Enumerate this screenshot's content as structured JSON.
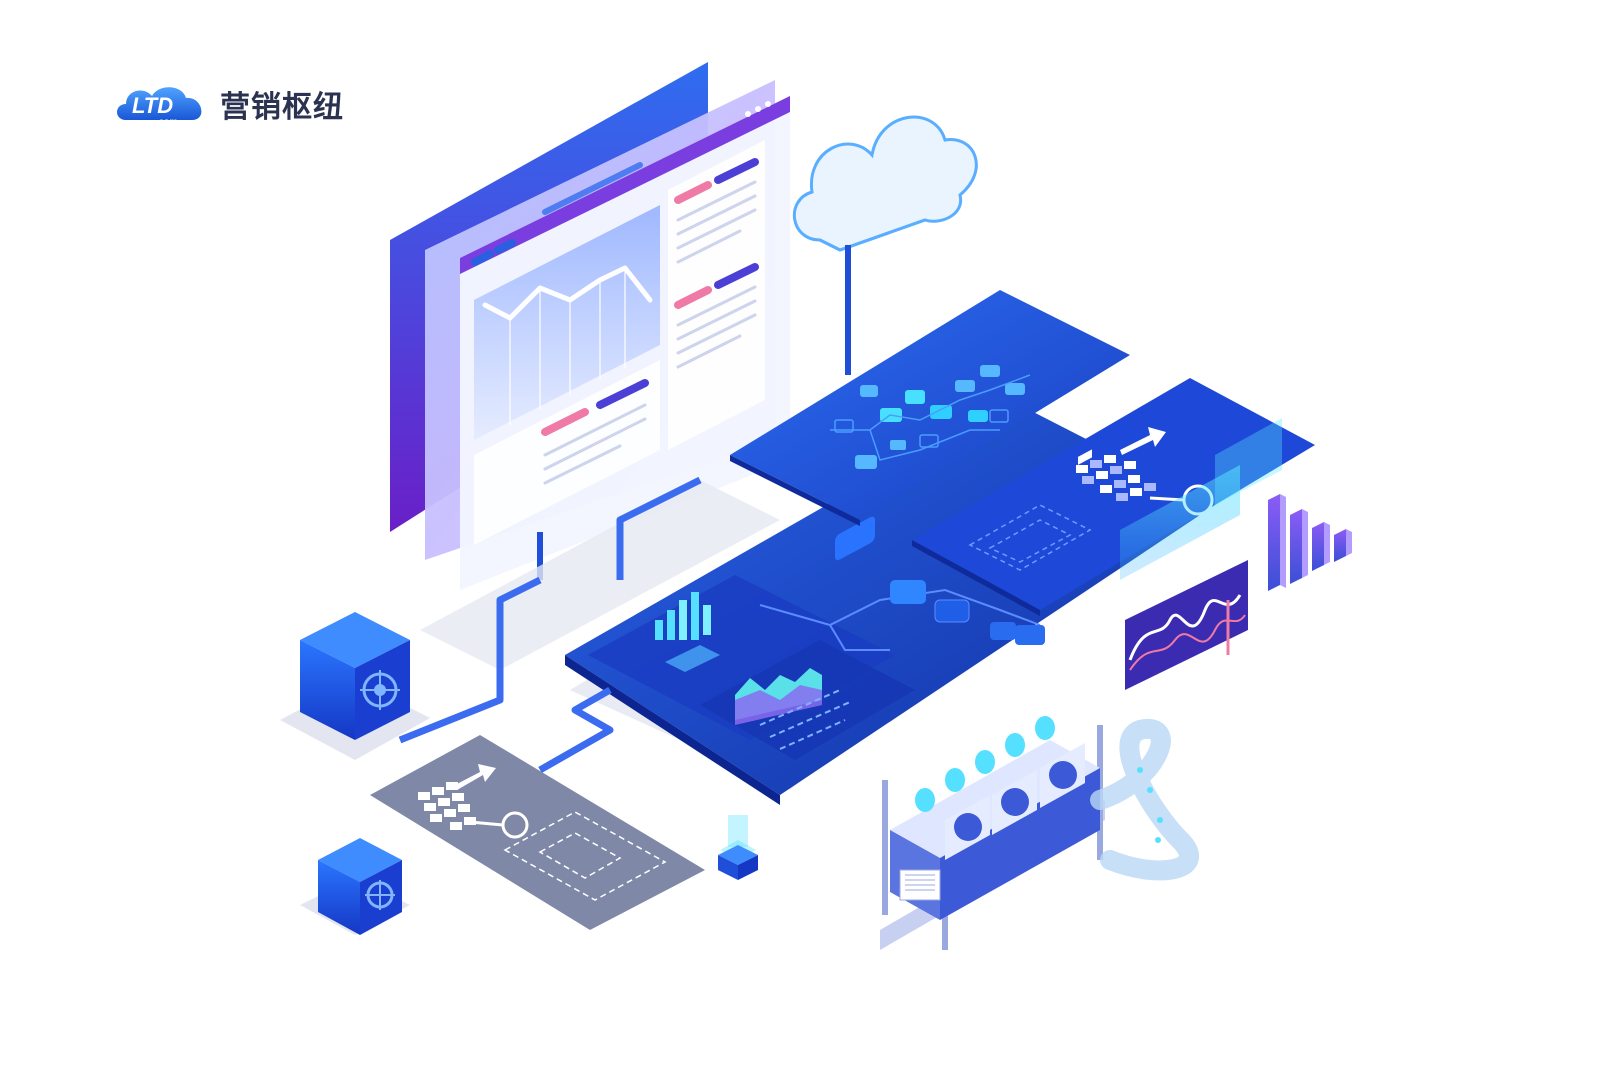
{
  "brand": {
    "logo_letters": "LTD",
    "logo_domain": ".com",
    "name": "营销枢纽"
  },
  "colors": {
    "primary_blue": "#1f4fd8",
    "deep_blue": "#1633a8",
    "purple": "#6a2bd0",
    "pink": "#f07aa6",
    "cyan": "#56e0ff",
    "grey_panel": "#8088a8",
    "logo_text": "#2b3350"
  },
  "illustration": {
    "icons": [
      "browser-dashboard-icon",
      "cloud-icon",
      "network-board-icon",
      "server-rack-icon",
      "vault-cube-icon",
      "growth-chart-icon"
    ]
  }
}
